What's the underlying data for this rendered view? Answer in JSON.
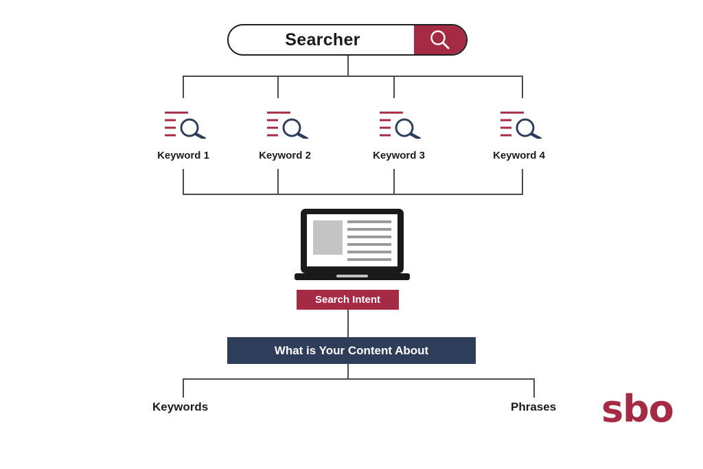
{
  "search": {
    "label": "Searcher",
    "icon": "search-icon"
  },
  "keywords": [
    {
      "label": "Keyword 1",
      "icon": "keyword-search-icon"
    },
    {
      "label": "Keyword 2",
      "icon": "keyword-search-icon"
    },
    {
      "label": "Keyword 3",
      "icon": "keyword-search-icon"
    },
    {
      "label": "Keyword 4",
      "icon": "keyword-search-icon"
    }
  ],
  "laptop": {
    "icon": "laptop-icon"
  },
  "intent": {
    "label": "Search Intent"
  },
  "content": {
    "label": "What is Your Content About"
  },
  "leaves": {
    "left": "Keywords",
    "right": "Phrases"
  },
  "logo": {
    "text": "sbo"
  },
  "colors": {
    "accent": "#a52a44",
    "navy": "#2e3d59",
    "line": "#4a4a4a"
  }
}
